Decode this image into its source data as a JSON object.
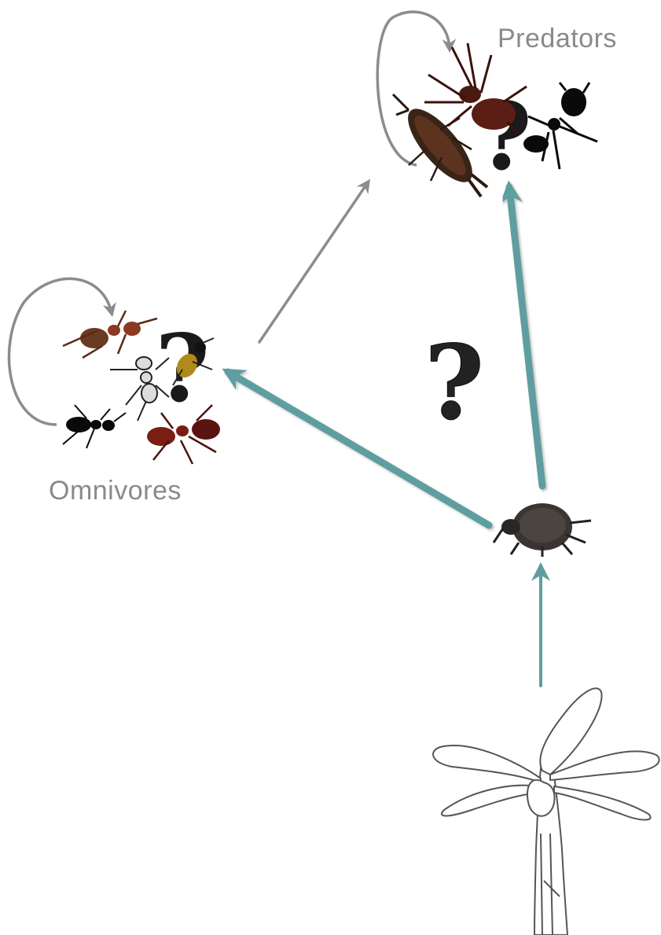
{
  "nodes": {
    "predators": {
      "label": "Predators",
      "organisms": [
        "earwig",
        "spider",
        "ant"
      ]
    },
    "omnivores": {
      "label": "Omnivores",
      "organisms": [
        "ant",
        "ant",
        "ant",
        "ant",
        "ant"
      ]
    },
    "herbivore": {
      "organism": "weevil"
    },
    "plant": {
      "organism": "banana plant"
    }
  },
  "colors": {
    "strong_arrow": "#5f9ea0",
    "weak_arrow": "#8c8c8c",
    "label": "#8a8a8a"
  },
  "glyphs": {
    "unknown": "?"
  }
}
